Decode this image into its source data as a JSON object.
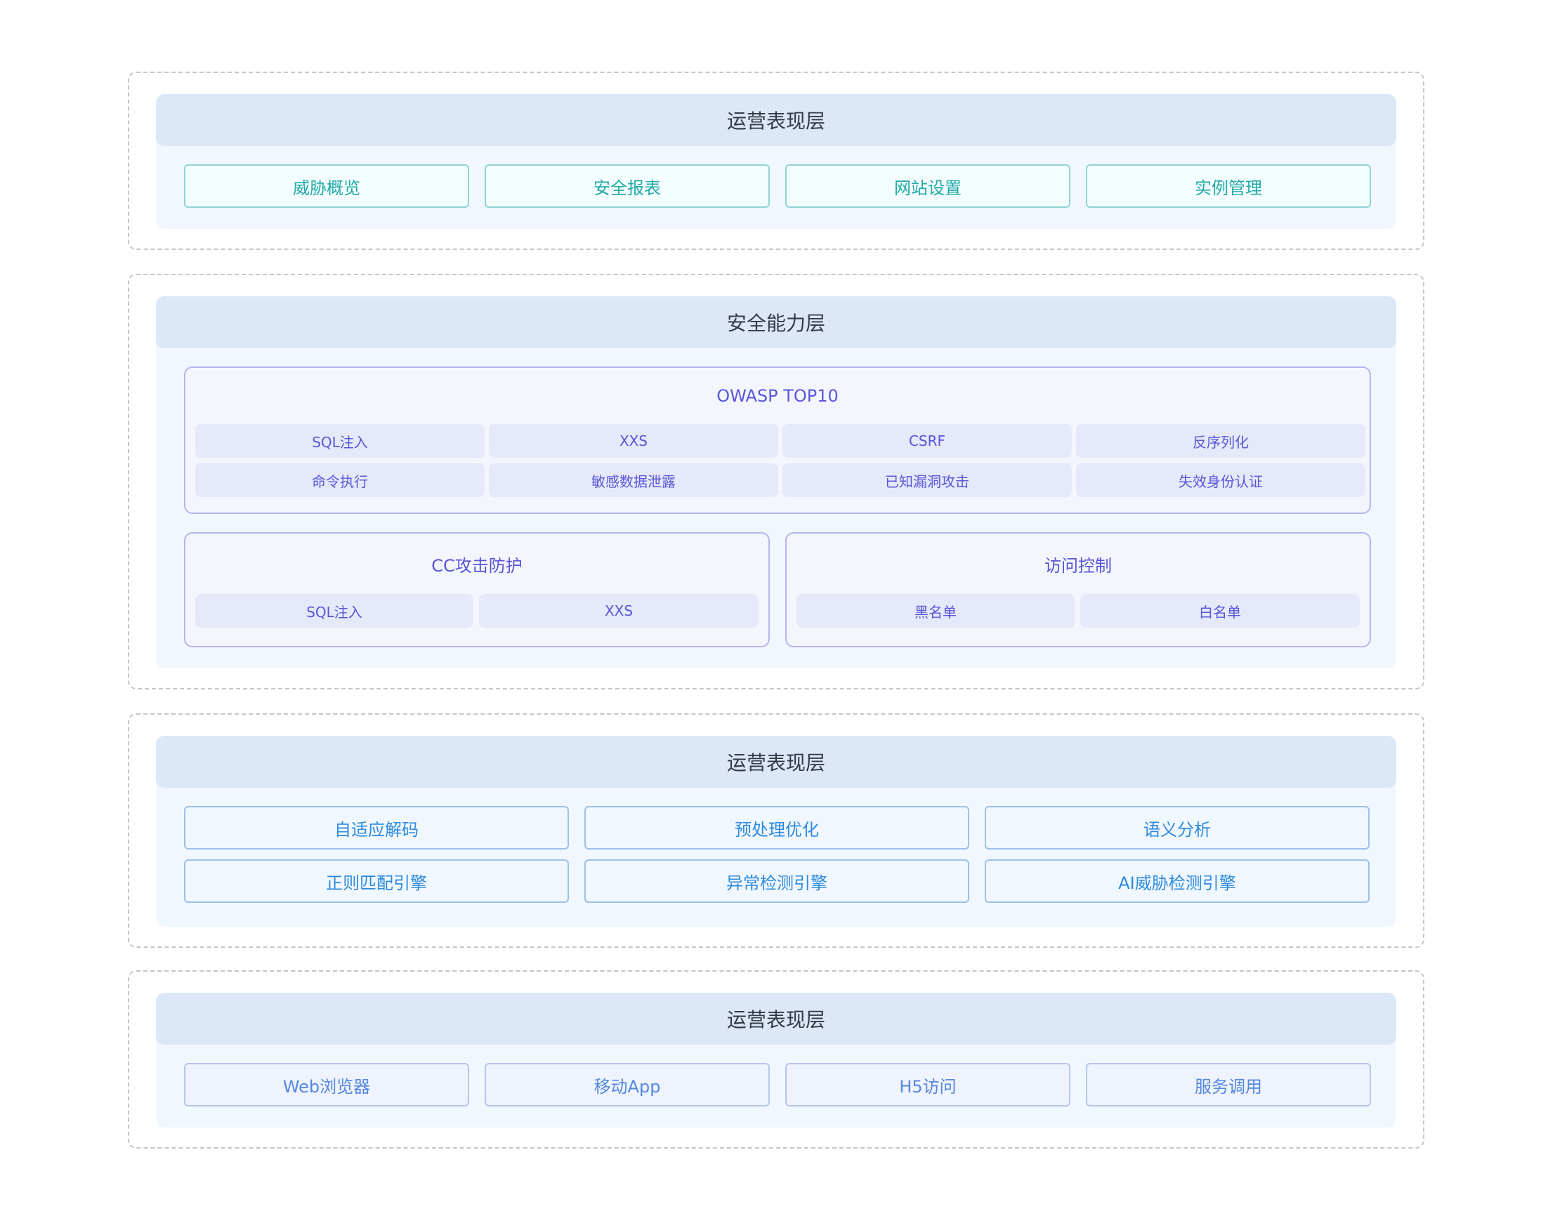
{
  "layers": {
    "presentation": {
      "title": "运营表现层",
      "items": [
        "威胁概览",
        "安全报表",
        "网站设置",
        "实例管理"
      ]
    },
    "security": {
      "title": "安全能力层",
      "owasp": {
        "title": "OWASP TOP10",
        "items": [
          "SQL注入",
          "XXS",
          "CSRF",
          "反序列化",
          "命令执行",
          "敏感数据泄露",
          "已知漏洞攻击",
          "失效身份认证"
        ]
      },
      "cc": {
        "title": "CC攻击防护",
        "items": [
          "SQL注入",
          "XXS"
        ]
      },
      "access": {
        "title": "访问控制",
        "items": [
          "黑名单",
          "白名单"
        ]
      }
    },
    "engine": {
      "title": "运营表现层",
      "items": [
        "自适应解码",
        "预处理优化",
        "语义分析",
        "正则匹配引擎",
        "异常检测引擎",
        "AI威胁检测引擎"
      ]
    },
    "access_layer": {
      "title": "运营表现层",
      "items": [
        "Web浏览器",
        "移动App",
        "H5访问",
        "服务调用"
      ]
    }
  },
  "colors": {
    "teal_text": "#22aaa8",
    "blue_text": "#2e8be0",
    "purple_text": "#5a56d8",
    "header_bg": "#dce8f8"
  }
}
